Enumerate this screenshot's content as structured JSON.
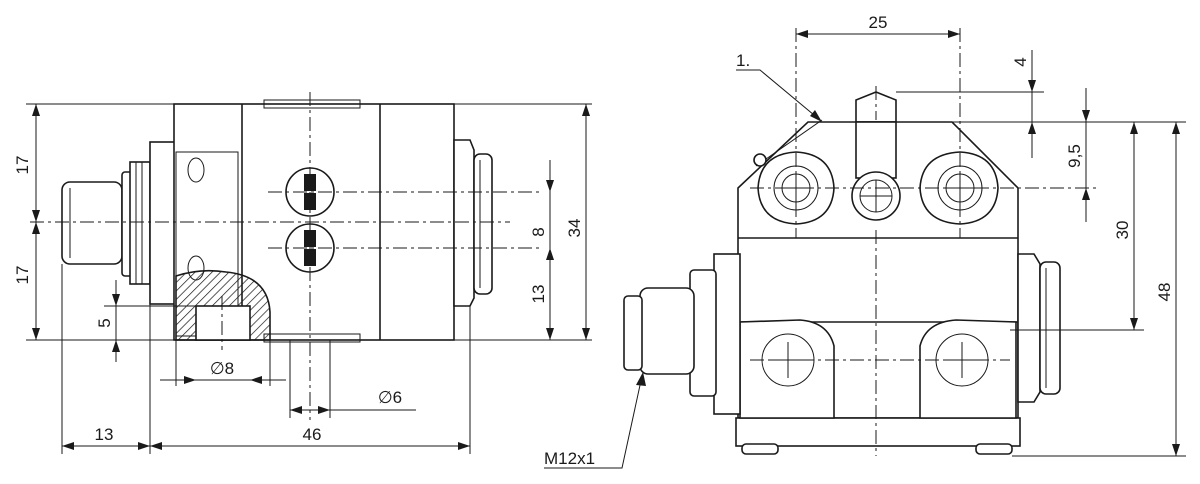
{
  "side_view": {
    "dim_17_top": "17",
    "dim_17_bottom": "17",
    "dim_8": "8",
    "dim_34": "34",
    "dim_13_vertical": "13",
    "dim_5": "5",
    "dim_dia8": "∅8",
    "dim_dia6": "∅6",
    "dim_13_horizontal": "13",
    "dim_46": "46"
  },
  "front_view": {
    "item_label": "1.",
    "dim_25": "25",
    "dim_4": "4",
    "dim_9_5": "9,5",
    "dim_30": "30",
    "dim_48": "48",
    "thread_label": "M12x1"
  },
  "colors": {
    "line": "#1a1a1a",
    "background": "#ffffff"
  }
}
